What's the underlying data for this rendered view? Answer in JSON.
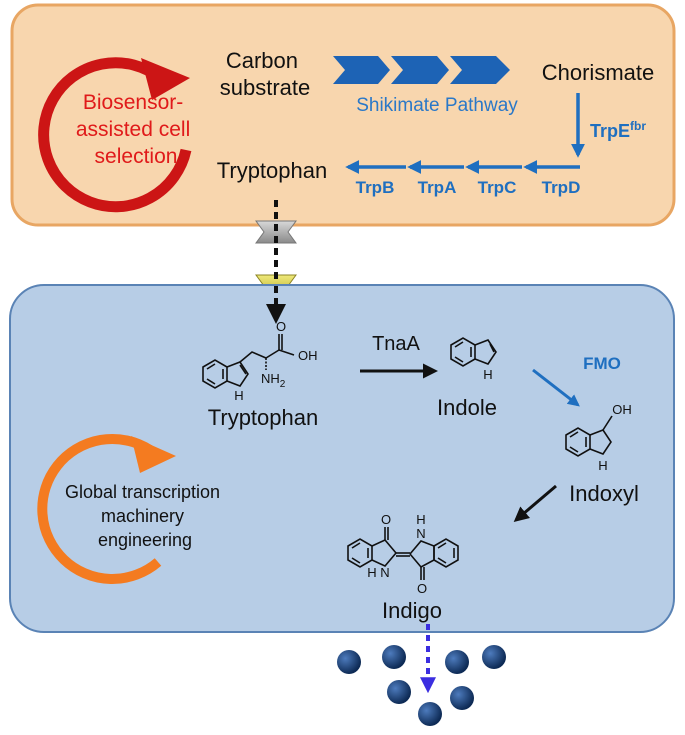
{
  "colors": {
    "cell_top_fill": "#f8d6ae",
    "cell_top_stroke": "#e8a663",
    "cell_bottom_fill": "#b7cde6",
    "cell_bottom_stroke": "#5a83b5",
    "pathway_blue": "#1f6fc0",
    "biosensor_red": "#e01a1a",
    "gtme_orange": "#f47b20",
    "particle_navy": "#1a3f73",
    "export_arrow": "#3b2ee0"
  },
  "top_panel": {
    "cycle_label": [
      "Biosensor-",
      "assisted cell",
      "selection"
    ],
    "substrate": [
      "Carbon",
      "substrate"
    ],
    "shikimate": "Shikimate Pathway",
    "chorismate": "Chorismate",
    "trpE_main": "TrpE",
    "trpE_sup": "fbr",
    "tryptophan": "Tryptophan",
    "enzymes": [
      "TrpB",
      "TrpA",
      "TrpC",
      "TrpD"
    ]
  },
  "bottom_panel": {
    "gtme_label": [
      "Global transcription",
      "machinery",
      "engineering"
    ],
    "tryptophan": "Tryptophan",
    "tnaA": "TnaA",
    "indole": "Indole",
    "fmo": "FMO",
    "indoxyl": "Indoxyl",
    "indigo": "Indigo",
    "atoms": {
      "oh": "OH",
      "nh2": "NH",
      "nh2_sub": "2",
      "o": "O",
      "h": "H",
      "n": "N"
    }
  }
}
